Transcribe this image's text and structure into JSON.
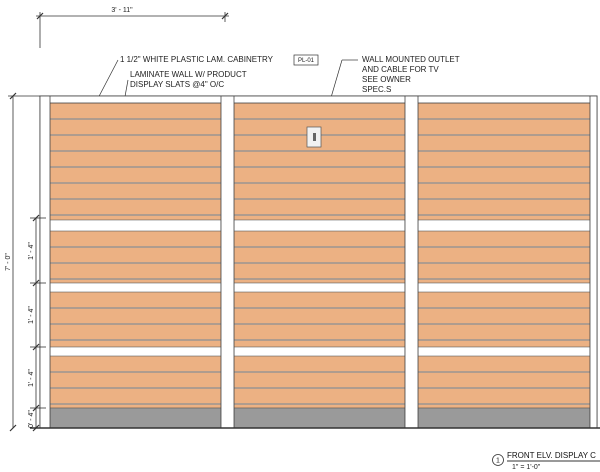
{
  "notes": {
    "cabinetry": "1 1/2\" WHITE PLASTIC LAM. CABINETRY",
    "cabinetry_tag": "PL-01",
    "laminate_line1": "LAMINATE WALL W/ PRODUCT",
    "laminate_line2": "DISPLAY SLATS @4\" O/C",
    "outlet_line1": "WALL MOUNTED OUTLET",
    "outlet_line2": "AND CABLE FOR TV",
    "outlet_line3": "SEE OWNER",
    "outlet_line4": "SPEC.S"
  },
  "dimensions": {
    "top_width": "3' - 11\"",
    "overall_height": "7' - 0\"",
    "section_1": "1' - 4\"",
    "section_2": "1' - 4\"",
    "section_3": "1' - 4\"",
    "base": "0' - 4\""
  },
  "title_block": {
    "number": "1",
    "title": "FRONT ELV. DISPLAY C",
    "scale": "1\" = 1'-0\""
  },
  "colors": {
    "laminate": "#ecb183",
    "slat_line": "#8a8f94",
    "frame": "#ffffff",
    "base": "#9a9a9a",
    "line": "#333333"
  }
}
